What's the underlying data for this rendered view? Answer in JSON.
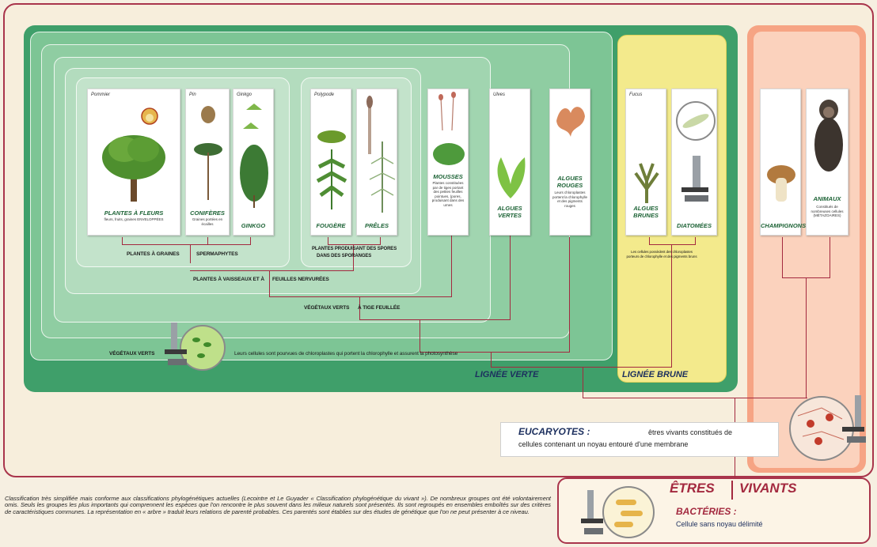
{
  "cards": {
    "pommier": {
      "caption": "Pommier",
      "name": "PLANTES À FLEURS",
      "desc": "fleurs, fruits, graines ENVELOPPÉES"
    },
    "pin": {
      "caption": "Pin",
      "name": "CONIFÈRES",
      "desc": "Graines portées en écailles"
    },
    "ginkgo": {
      "caption": "Ginkgo",
      "name": "GINKGO",
      "desc": ""
    },
    "polypode": {
      "caption": "Polypode",
      "name": "FOUGÈRE",
      "desc": ""
    },
    "preles": {
      "caption": "",
      "name": "PRÊLES",
      "desc": ""
    },
    "mousses": {
      "caption": "",
      "name": "MOUSSES",
      "desc": "Plantes constituées par de tiges portant des petites feuilles pointues, (pores, produisant dans des urnes"
    },
    "ulves": {
      "caption": "Ulves",
      "name": "ALGUES VERTES",
      "desc": ""
    },
    "algues_rouges": {
      "caption": "",
      "name": "ALGUES ROUGES",
      "desc": "Leurs chloroplastes portent la chlorophylle et des pigments rouges"
    },
    "fucus": {
      "caption": "Fucus",
      "name": "ALGUES BRUNES",
      "desc": ""
    },
    "diatomees": {
      "caption": "",
      "name": "DIATOMÉES",
      "desc": ""
    },
    "champignons": {
      "caption": "",
      "name": "CHAMPIGNONS",
      "desc": ""
    },
    "animaux": {
      "caption": "",
      "name": "ANIMAUX",
      "desc": "Constitués de nombreuses cellules (MÉTAZOAIRES)"
    }
  },
  "groups": {
    "spermaphytes_a": "PLANTES À GRAINES",
    "spermaphytes_b": "SPERMAPHYTES",
    "sporanges_a": "PLANTES PRODUISANT DES SPORES",
    "sporanges_b": "DANS DES SPORANGES",
    "vasculaires_a": "PLANTES À VAISSEAUX ET À",
    "vasculaires_b": "FEUILLES NERVURÉES",
    "tige_a": "VÉGÉTAUX VERTS",
    "tige_b": "À TIGE FEUILLÉE",
    "verts": "VÉGÉTAUX VERTS",
    "chlorophylle": "Leurs cellules sont pourvues de chloroplastes qui portent la chlorophylle et assurent la photosynthèse",
    "brune_note": "Les cellules possèdent des chloroplastes porteurs de chlorophylle et des pigments bruns"
  },
  "lineages": {
    "verte": "LIGNÉE VERTE",
    "brune": "LIGNÉE BRUNE"
  },
  "eucaryotes": {
    "title": "EUCARYOTES :",
    "text_a": "êtres vivants constitués de",
    "text_b": "cellules contenant un noyau entouré d'une membrane"
  },
  "vivants": {
    "a": "ÊTRES",
    "b": "VIVANTS"
  },
  "bacteries": {
    "title": "BACTÉRIES :",
    "text": "Cellule sans noyau délimité"
  },
  "note": "Classification très simplifiée mais conforme aux classifications phylogénétiques actuelles (Lecointre et Le Guyader « Classification phylogénétique du vivant »). De nombreux groupes ont été volontairement omis. Seuls les groupes les plus importants qui comprennent les espèces que l'on rencontre le plus souvent dans les milieux naturels sont présentés. Ils sont regroupés en ensembles emboîtés sur des critères de caractéristiques communes. La représentation en « arbre » traduit leurs relations de parenté probables. Ces parentés sont établies sur des études de génétique que l'on ne peut présenter à ce niveau.",
  "colors": {
    "tree_line": "#a3293f",
    "lineage_text": "#1c2f5e",
    "green_dark": "#3f9f6a",
    "yellow": "#f3ea8c",
    "orange": "#f6a484"
  }
}
